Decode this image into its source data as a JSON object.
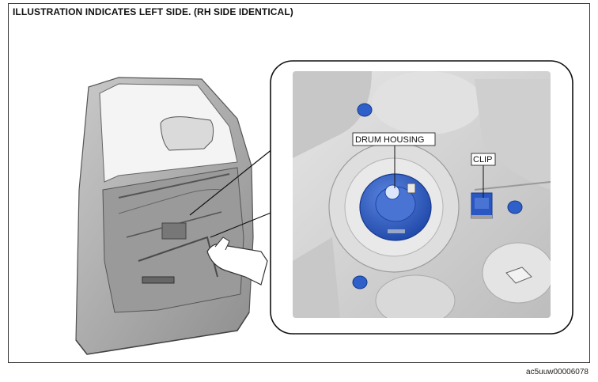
{
  "caption": "ILLUSTRATION INDICATES LEFT SIDE. (RH SIDE IDENTICAL)",
  "labels": {
    "drum_housing": "DRUM HOUSING",
    "clip": "CLIP"
  },
  "figure_id": "ac5uuw00006078",
  "colors": {
    "highlight_blue": "#2f5fc8",
    "door_gray": "#a9a9a9",
    "panel_gray": "#d4d4d4"
  }
}
